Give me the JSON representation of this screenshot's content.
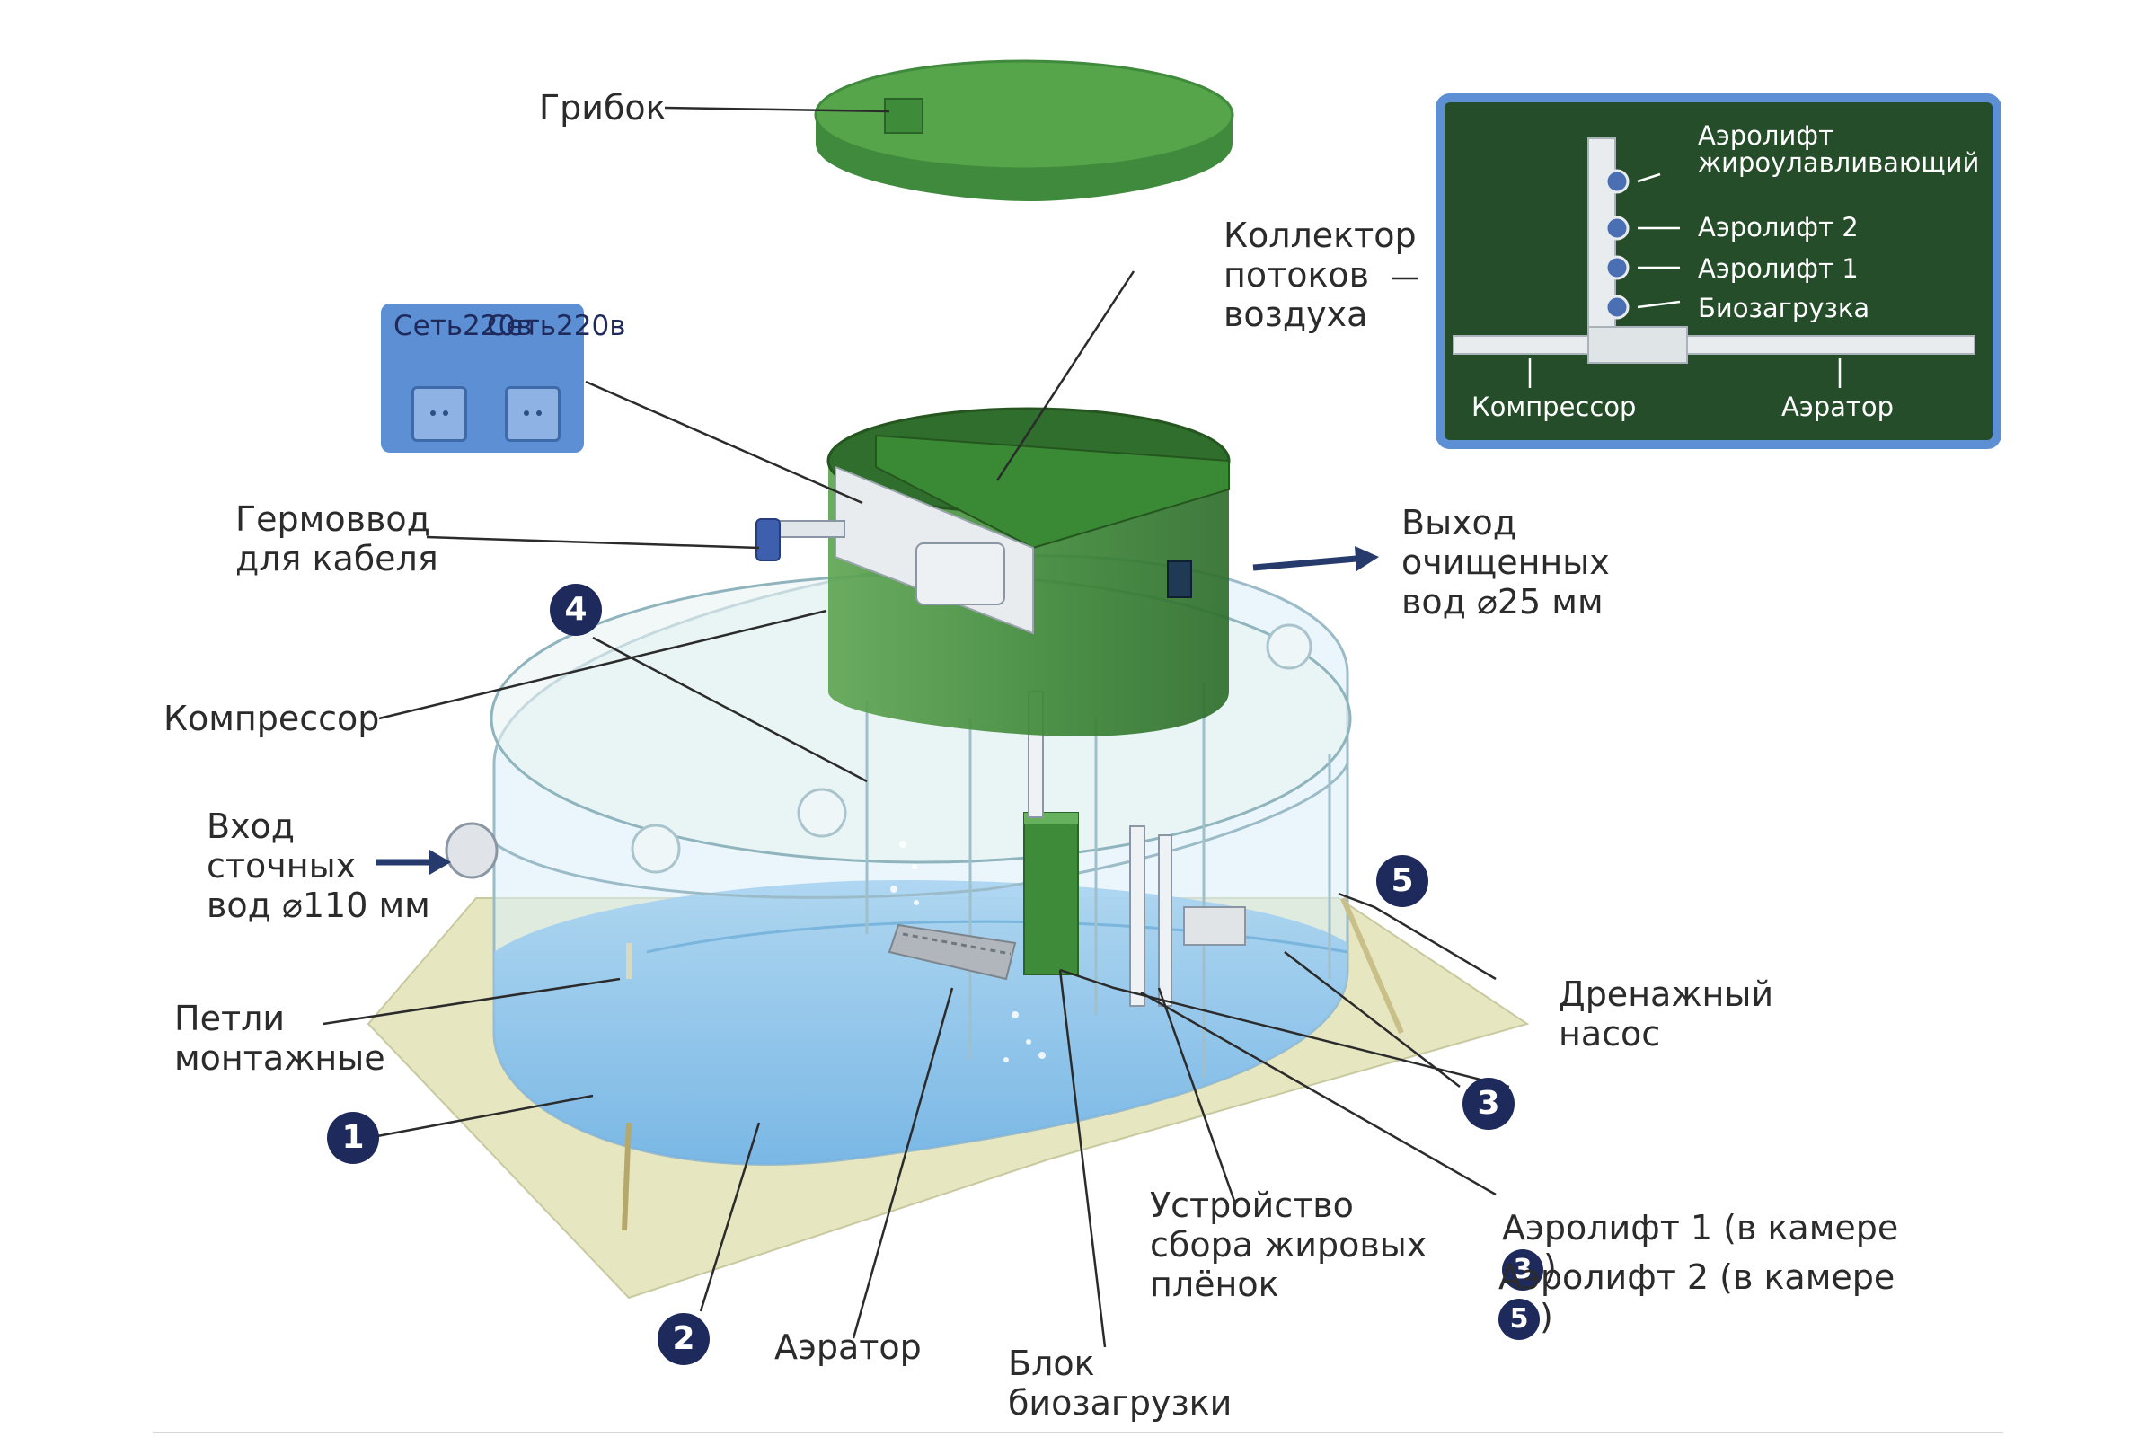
{
  "labels": {
    "gribok": "Грибок",
    "kollektor": [
      "Коллектор",
      "потоков",
      "воздуха"
    ],
    "germovvod": [
      "Гермоввод",
      "для кабеля"
    ],
    "vyhod": [
      "Выход",
      "очищенных",
      "вод  ⌀25 мм"
    ],
    "kompressor": "Компрессор",
    "vhod": [
      "Вход",
      "сточных",
      "вод  ⌀110 мм"
    ],
    "petli": [
      "Петли",
      "монтажные"
    ],
    "drenazh": [
      "Дренажный",
      "насос"
    ],
    "ustroystvo": [
      "Устройство",
      "сбора  жировых",
      "плёнок"
    ],
    "aerator": "Аэратор",
    "blok": [
      "Блок",
      "биозагрузки"
    ],
    "aerolift1_prefix": "Аэролифт 1 (в камере",
    "aerolift1_num": "3",
    "aerolift2_prefix": "Аэролифт 2 (в камере",
    "aerolift2_num": "5",
    "close_paren": ")"
  },
  "power": {
    "socket1": [
      "Сеть",
      "220в"
    ],
    "socket2": [
      "Сеть",
      "220в"
    ]
  },
  "inset": {
    "aerolift_zhir": [
      "Аэролифт",
      "жироулавливающий"
    ],
    "aerolift2": "Аэролифт 2",
    "aerolift1": "Аэролифт 1",
    "biozagruzka": "Биозагрузка",
    "kompressor": "Компрессор",
    "aerator": "Аэратор"
  },
  "badges": {
    "b1": "1",
    "b2": "2",
    "b3": "3",
    "b4": "4",
    "b5": "5"
  },
  "colors": {
    "water": "#8cc3ec",
    "tank_green": "#3f8a3c",
    "lid_green": "#4f9b45",
    "inset_bg": "#254d29",
    "badge_navy": "#1e2a5c",
    "arrow_navy": "#263a6b",
    "base_plate": "#e6e6c0"
  }
}
